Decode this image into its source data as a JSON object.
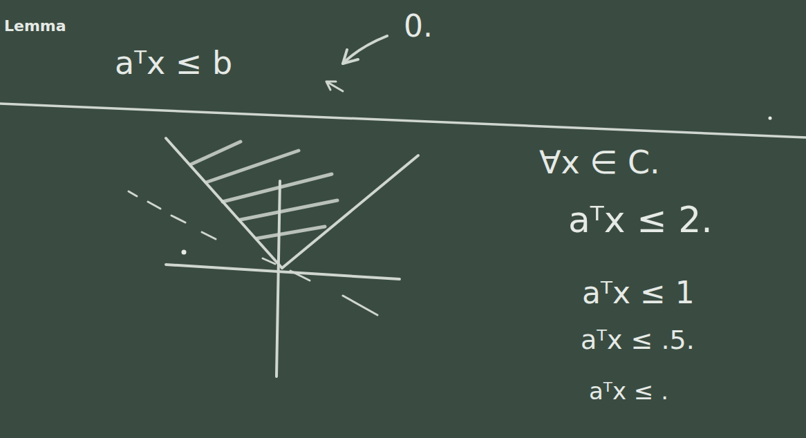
{
  "diagram": {
    "labels": [
      "Lemma",
      "aᵀx ≤ b",
      "0.",
      "∀x ∈ C.",
      "aᵀx ≤ 2.",
      "aᵀx ≤ 1",
      "aᵀx ≤ .5.",
      "aᵀx ≤ ."
    ]
  }
}
